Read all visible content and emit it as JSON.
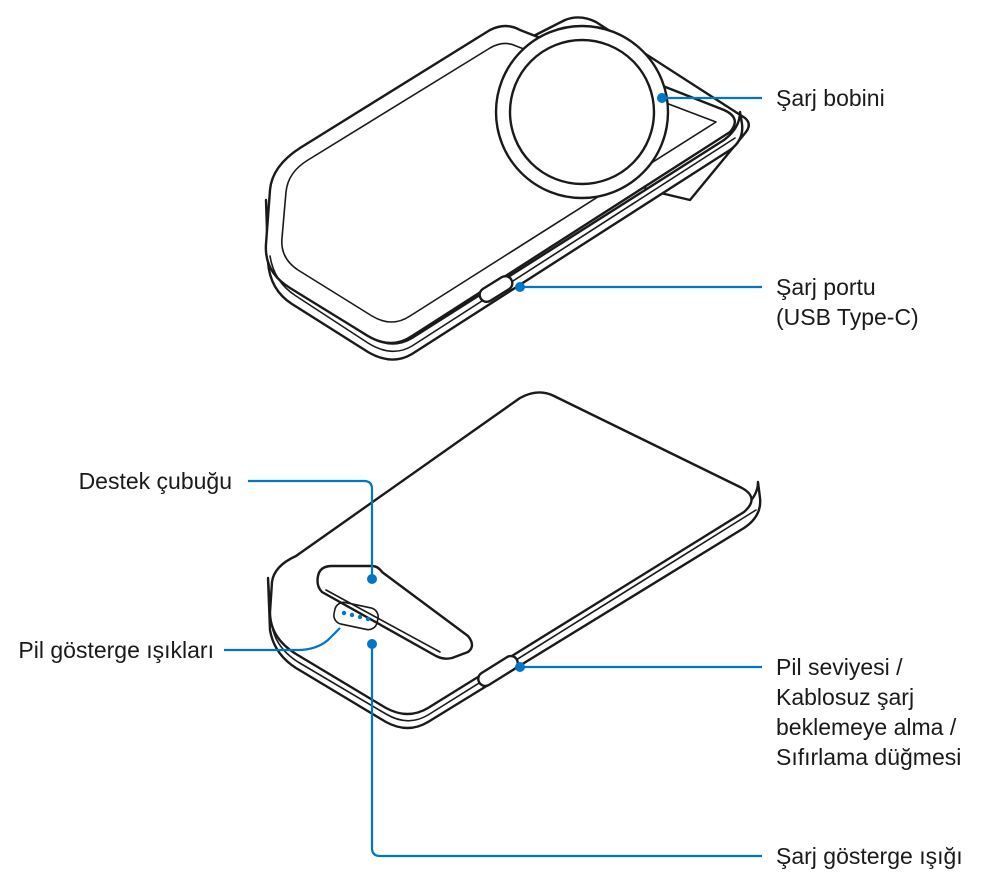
{
  "colors": {
    "accent": "#0076c8",
    "line": "#1a1a1a"
  },
  "labels": {
    "charging_coil": "Şarj bobini",
    "charging_port_line1": "Şarj portu",
    "charging_port_line2": "(USB Type-C)",
    "kickstand": "Destek çubuğu",
    "battery_lights": "Pil gösterge ışıkları",
    "button_line1": "Pil seviyesi /",
    "button_line2": "Kablosuz şarj",
    "button_line3": "beklemeye alma /",
    "button_line4": "Sıfırlama düğmesi",
    "charging_light": "Şarj gösterge ışığı"
  }
}
